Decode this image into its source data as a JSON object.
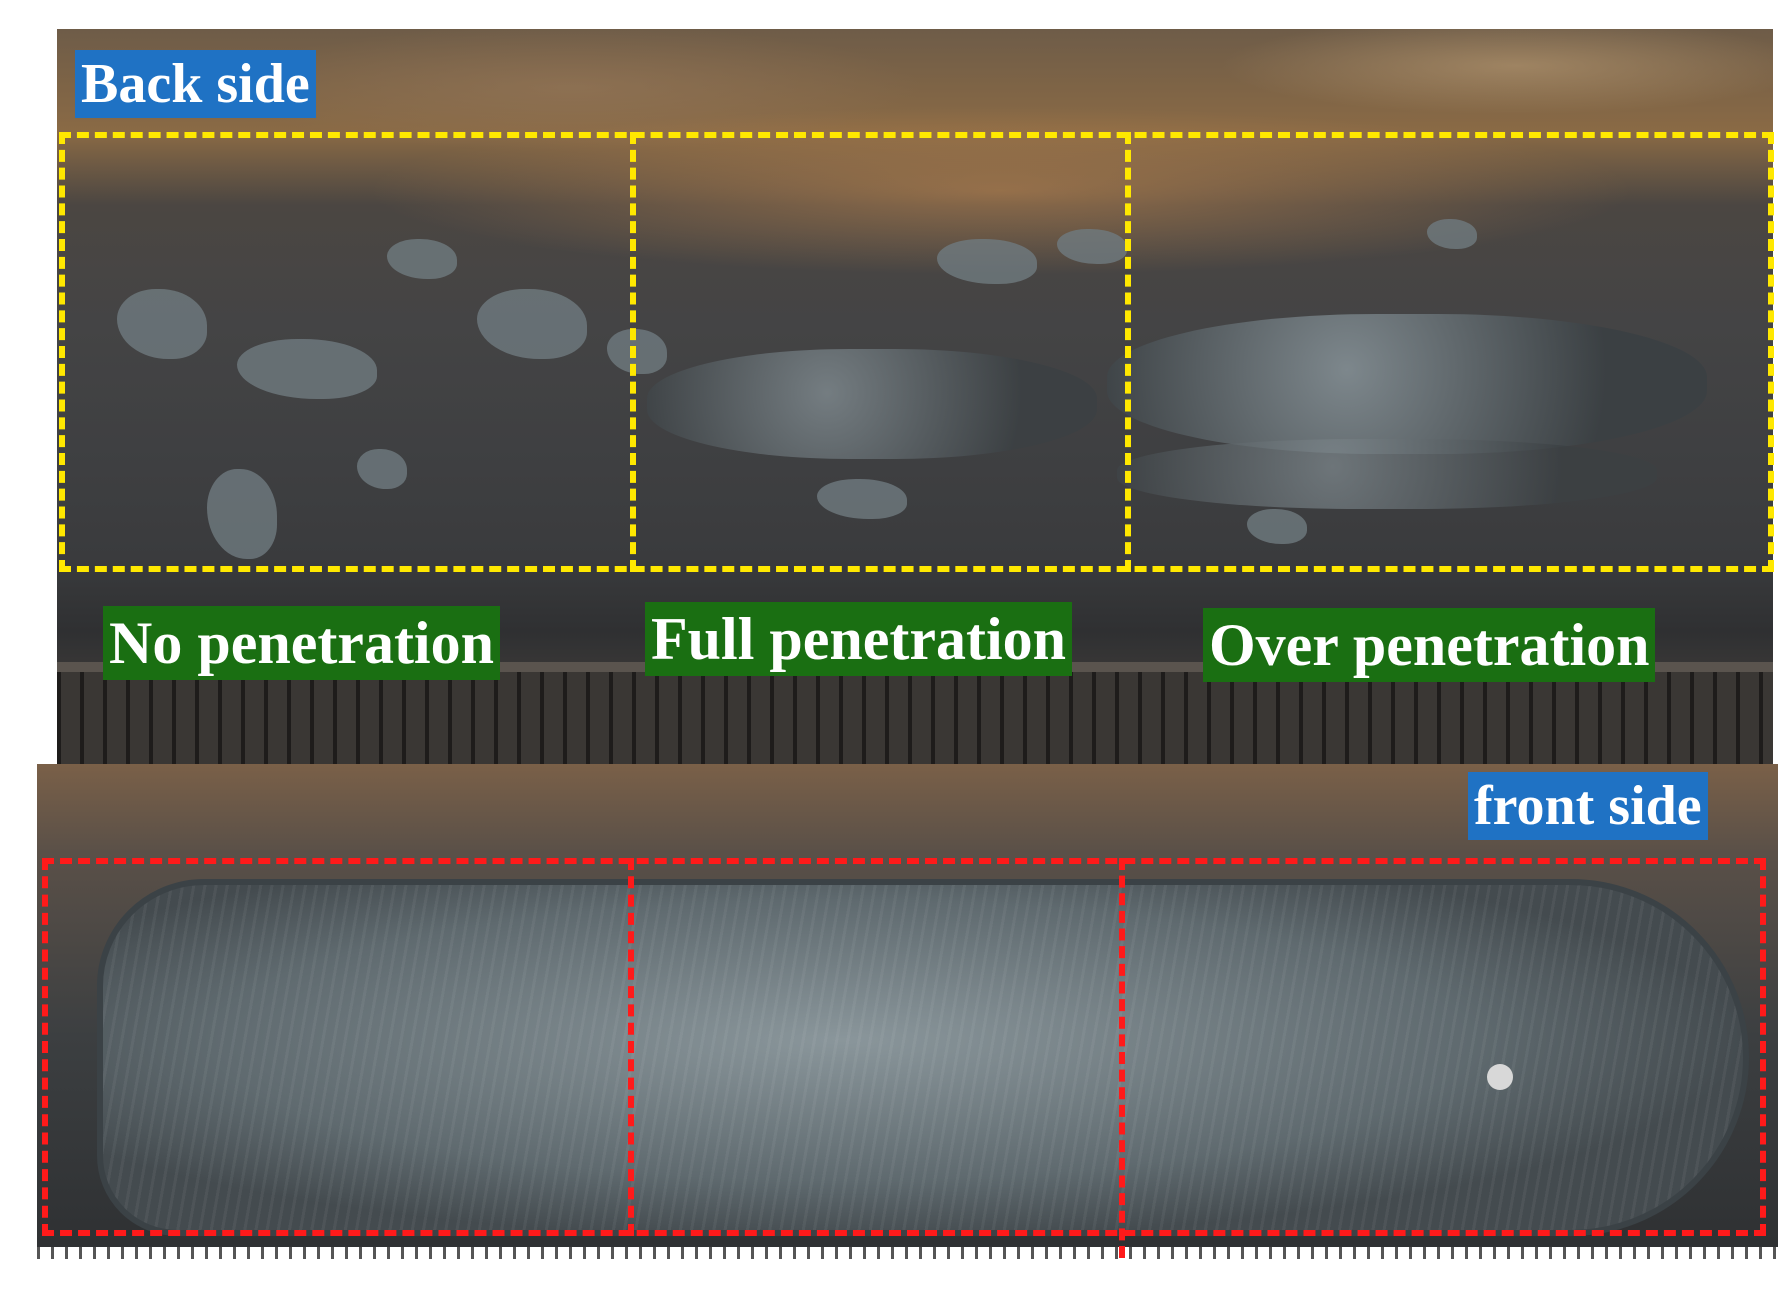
{
  "back_side": {
    "label": "Back side",
    "regions": [
      "No penetration",
      "Full penetration",
      "Over penetration"
    ],
    "border_color": "#ffe800"
  },
  "front_side": {
    "label": "front side",
    "border_color": "#ff1a1a"
  },
  "colors": {
    "label_blue": "#1f72c4",
    "label_green": "#1a6f12"
  }
}
